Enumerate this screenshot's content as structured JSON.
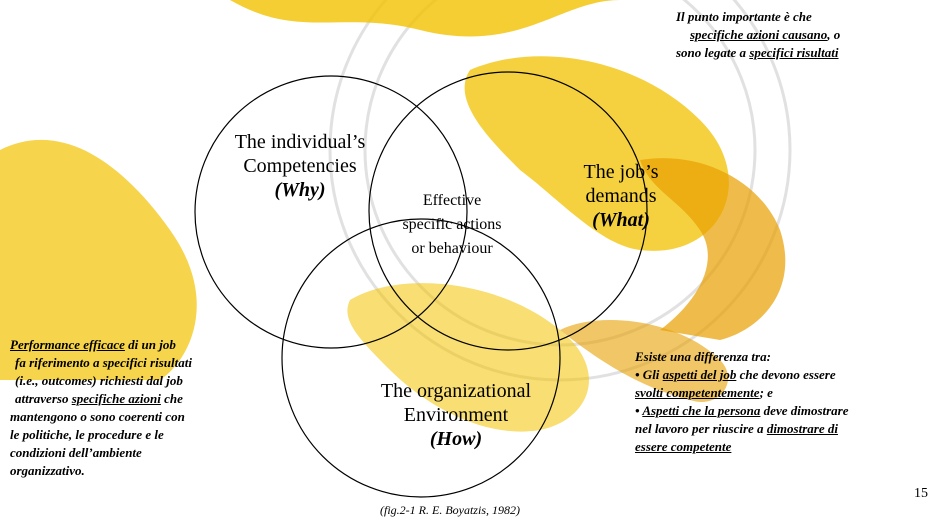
{
  "colors": {
    "background": "#ffffff",
    "decoration_yellow": "#f2c200",
    "decoration_orange": "#e8a000",
    "decoration_grey": "#c9c9c9",
    "circle_stroke": "#000000"
  },
  "diagram": {
    "circles": [
      {
        "id": "why",
        "text": "The individual’s Competencies",
        "emphasis": "(Why)"
      },
      {
        "id": "what",
        "text": "The job’s demands",
        "emphasis": "(What)"
      },
      {
        "id": "how",
        "text": "The organizational Environment",
        "emphasis": "(How)"
      }
    ],
    "intersection": "Effective specific actions or behaviour"
  },
  "notes": {
    "top_right": {
      "line1": "Il punto importante è che",
      "line2_u": "specifiche azioni causano",
      "line2_rest": ", o",
      "line3_pre": "sono legate a ",
      "line3_u": "specifici risultati"
    },
    "bottom_left": {
      "line1_u": "Performance efficace",
      "line1_rest": " di un job",
      "line2": "fa riferimento a specifici risultati",
      "line3": "(i.e., outcomes) richiesti dal job",
      "line4_pre": "attraverso ",
      "line4_u": "specifiche azioni",
      "line4_rest": " che",
      "line5": "mantengono o sono coerenti con",
      "line6": "le politiche, le procedure e le",
      "line7": "condizioni dell’ambiente",
      "line8": "organizzativo."
    },
    "bottom_right": {
      "line1": "Esiste una differenza tra:",
      "line2_pre": "• Gli ",
      "line2_u": "aspetti del job",
      "line2_rest": " che devono essere",
      "line3_u": "svolti competentemente",
      "line3_rest": "; e",
      "line4_pre": "• ",
      "line4_u": "Aspetti che la persona",
      "line4_rest": " deve dimostrare",
      "line5_pre": "nel lavoro per riuscire a ",
      "line5_u": "dimostrare di",
      "line6_u": "essere competente"
    }
  },
  "caption": "(fig.2-1 R. E. Boyatzis, 1982)",
  "page_number": "15"
}
